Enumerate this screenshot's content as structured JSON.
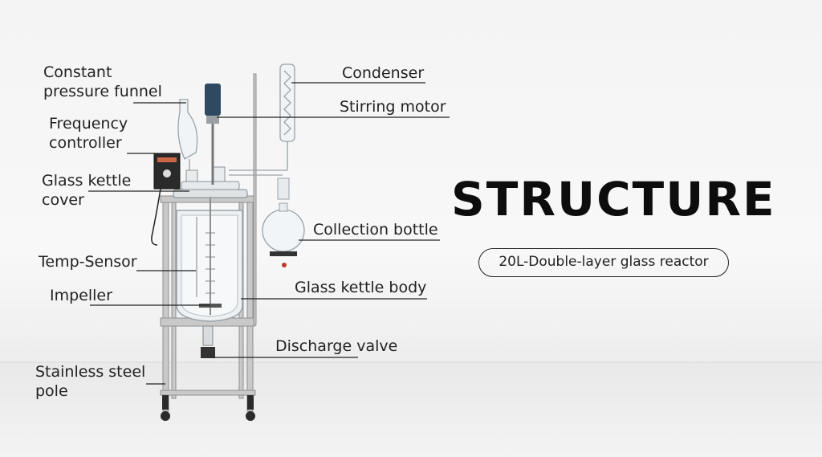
{
  "heading": "STRUCTURE",
  "subtitle": "20L-Double-layer glass reactor",
  "labels": {
    "constant_pressure_funnel": "Constant\npressure funnel",
    "frequency_controller": "Frequency\ncontroller",
    "glass_kettle_cover": "Glass kettle\ncover",
    "temp_sensor": "Temp-Sensor",
    "impeller": "Impeller",
    "stainless_steel_pole": "Stainless steel\npole",
    "condenser": "Condenser",
    "stirring_motor": "Stirring motor",
    "collection_bottle": "Collection bottle",
    "glass_kettle_body": "Glass kettle body",
    "discharge_valve": "Discharge valve"
  }
}
